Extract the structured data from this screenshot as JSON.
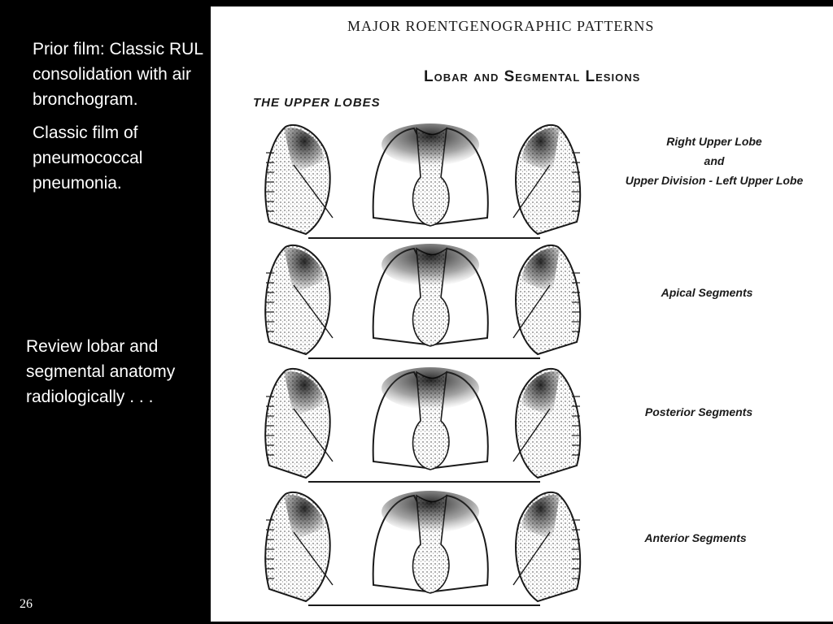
{
  "slide": {
    "number": "26",
    "notes_top": [
      "Prior film: Classic RUL consolidation with air bronchogram.",
      "Classic film of pneumococcal pneumonia."
    ],
    "notes_bottom": "Review lobar and segmental anatomy radiologically . . .",
    "colors": {
      "background": "#000000",
      "text": "#ffffff",
      "figure_background": "#ffffff",
      "figure_ink": "#1a1a1a"
    }
  },
  "figure": {
    "title": "MAJOR ROENTGENOGRAPHIC PATTERNS",
    "subtitle": "Lobar and Segmental Lesions",
    "section": "THE UPPER LOBES",
    "rows": [
      {
        "label_lines": [
          "Right Upper Lobe",
          "and",
          "Upper Division - Left Upper Lobe"
        ]
      },
      {
        "label_lines": [
          "Apical Segments"
        ]
      },
      {
        "label_lines": [
          "Posterior Segments"
        ]
      },
      {
        "label_lines": [
          "Anterior Segments"
        ]
      }
    ]
  }
}
